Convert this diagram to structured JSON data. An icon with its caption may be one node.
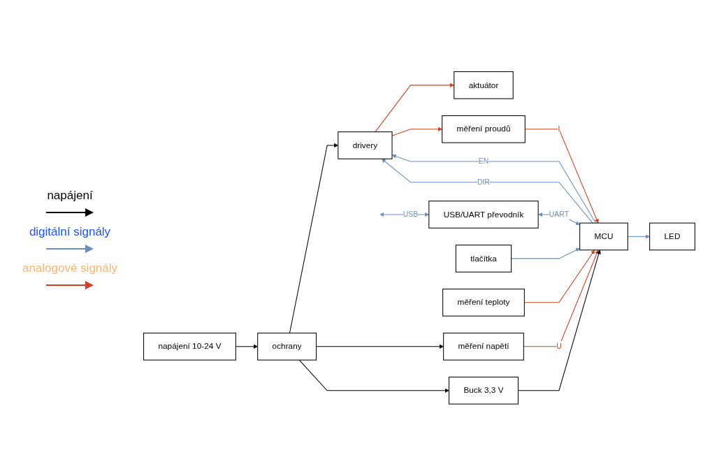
{
  "diagram": {
    "nodes": [
      {
        "text": [
          "napájení 10-24 V"
        ]
      },
      {
        "text": [
          "ochrany"
        ]
      },
      {
        "text": [
          "drivery"
        ]
      },
      {
        "text": [
          "aktuátor"
        ]
      },
      {
        "text": [
          "měření napětí"
        ]
      },
      {
        "text": [
          "Buck 3,3 V"
        ]
      },
      {
        "text": [
          "MCU"
        ]
      },
      {
        "text": [
          "USB/UART převodník"
        ]
      },
      {
        "text": [
          "měření proudů"
        ]
      },
      {
        "text": [
          "tlačítka"
        ]
      },
      {
        "text": [
          "LED"
        ]
      },
      {
        "text": [
          "měření teploty"
        ]
      }
    ],
    "edges": [
      {
        "from": 0,
        "to": 1,
        "arrow": "to",
        "color": "#000000"
      },
      {
        "from": 1,
        "to": 2,
        "arrow": "to",
        "color": "#000000"
      },
      {
        "from": 1,
        "to": 4,
        "arrow": "to",
        "color": "#000000"
      },
      {
        "from": 1,
        "to": 5,
        "arrow": "to",
        "color": "#000000"
      },
      {
        "from": 2,
        "to": 3,
        "arrow": "to",
        "color": "#cc4125"
      },
      {
        "from": 4,
        "to": 6,
        "label": "U",
        "arrow": "to",
        "color": "#cc4125"
      },
      {
        "from": 6,
        "to": 2,
        "label": "EN",
        "arrow": "to"
      },
      {
        "from": 6,
        "to": 2,
        "label": "DIR",
        "arrow": "to"
      },
      {
        "from": 2,
        "to": 8,
        "arrow": "to",
        "color": "#cc4125"
      },
      {
        "from": 5,
        "to": 6,
        "arrow": "to",
        "color": "#000000"
      },
      {
        "from": null,
        "to": 7,
        "label": "USB",
        "arrow": "both"
      },
      {
        "from": 7,
        "to": 6,
        "label": "UART",
        "arrow": "both"
      },
      {
        "from": 8,
        "to": 6,
        "label": "I",
        "arrow": "to",
        "color": "#cc4125"
      },
      {
        "from": 9,
        "to": 6,
        "arrow": "to"
      },
      {
        "from": 6,
        "to": 10,
        "arrow": "to"
      },
      {
        "from": 11,
        "to": 6,
        "arrow": "to",
        "color": "#cc4125"
      }
    ],
    "legend": [
      {
        "text": "napájení"
      },
      {
        "text": "digitální signály"
      },
      {
        "text": "analogové signály"
      }
    ]
  }
}
